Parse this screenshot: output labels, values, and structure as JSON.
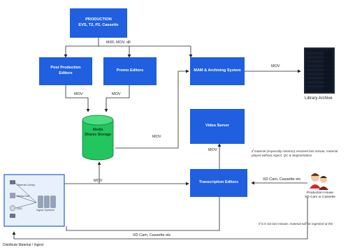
{
  "boxes": {
    "production_title": "PRODUCTION",
    "production_sub": "EVS, T2, P2, Cassette",
    "post_production_1": "Post Production",
    "post_production_2": "Editors",
    "promo": "Promo Editors",
    "mam_1": "MAM & Archiving System",
    "video_server": "Video Server",
    "transcription": "Transcription Editors",
    "storage_1": "Media",
    "storage_2": "Shares Storage"
  },
  "edge_labels": {
    "mxf": "MXF, MOV, dll",
    "mov_post": "MOV",
    "mov_promo": "MOV",
    "mov_library": "MOV",
    "mov_mam": "MOV",
    "mov_video": "MOV",
    "mov_dist": "MOV",
    "xd_cam_1": "XD Cam, Cassette etc",
    "xd_cam_2": "XD Cam, Cassette etc"
  },
  "library": {
    "label": "Library Archive"
  },
  "production_house": {
    "line1": "Production House",
    "line2": "XD Cam or Cassette"
  },
  "notes": {
    "last_minute": "If material (especially sinetron) received last minute, material played without ingest, QC & Segmentation",
    "not_last": "If it is not last minute, material will be ingested at the"
  },
  "distribution": {
    "label": "Distribute Material / Ingest",
    "items": [
      "Material Library",
      "Media Edit",
      "DVD",
      "Ingest Systems"
    ]
  },
  "colors": {
    "box": "#1f5fe0",
    "storage": "#22c55e",
    "line": "#222222"
  }
}
